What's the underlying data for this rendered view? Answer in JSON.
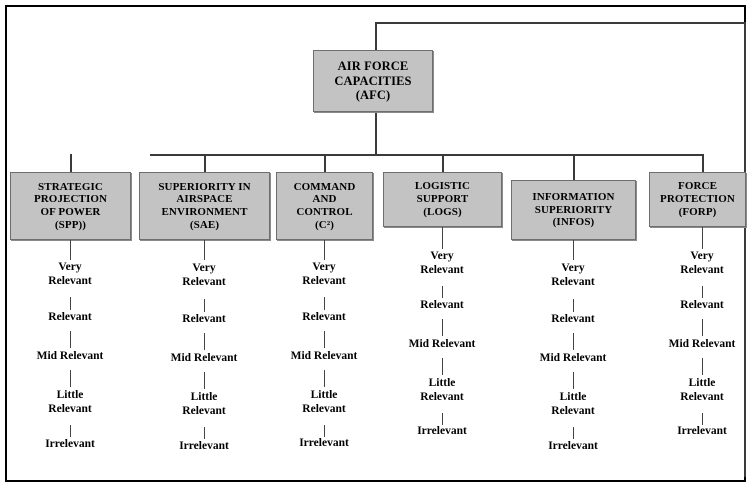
{
  "diagram": {
    "title": "Air Force Capacities hierarchy",
    "type": "tree",
    "box_fill": "#c3c3c3",
    "box_border": "#6e6e6e",
    "line_color": "#3a3a3a",
    "frame_color": "#000000",
    "root": {
      "id": "afc",
      "lines": [
        "AIR FORCE",
        "CAPACITIES",
        "(AFC)"
      ],
      "label": "AIR FORCE CAPACITIES (AFC)",
      "abbr": "AFC"
    },
    "categories": [
      {
        "id": "spp",
        "lines": [
          "STRATEGIC",
          "PROJECTION",
          "OF POWER",
          "(SPP))"
        ],
        "label": "STRATEGIC PROJECTION OF POWER",
        "abbr": "(SPP))"
      },
      {
        "id": "sae",
        "lines": [
          "SUPERIORITY IN",
          "AIRSPACE",
          "ENVIRONMENT",
          "(SAE)"
        ],
        "label": "SUPERIORITY IN AIRSPACE ENVIRONMENT",
        "abbr": "(SAE)"
      },
      {
        "id": "c2",
        "lines": [
          "COMMAND",
          "AND",
          "CONTROL",
          "(C²)"
        ],
        "label": "COMMAND AND CONTROL",
        "abbr": "(C²)"
      },
      {
        "id": "logs",
        "lines": [
          "LOGISTIC",
          "SUPPORT",
          "(LOGS)"
        ],
        "label": "LOGISTIC SUPPORT",
        "abbr": "(LOGS)"
      },
      {
        "id": "infos",
        "lines": [
          "INFORMATION",
          "SUPERIORITY",
          "(INFOS)"
        ],
        "label": "INFORMATION SUPERIORITY",
        "abbr": "(INFOS)"
      },
      {
        "id": "forp",
        "lines": [
          "FORCE",
          "PROTECTION",
          "(FORP)"
        ],
        "label": "FORCE PROTECTION",
        "abbr": "(FORP)"
      }
    ],
    "relevance_levels": [
      {
        "id": "very-relevant",
        "lines": [
          "Very",
          "Relevant"
        ],
        "label": "Very Relevant"
      },
      {
        "id": "relevant",
        "lines": [
          "Relevant"
        ],
        "label": "Relevant"
      },
      {
        "id": "mid-relevant",
        "lines": [
          "Mid Relevant"
        ],
        "label": "Mid Relevant"
      },
      {
        "id": "little-relevant",
        "lines": [
          "Little",
          "Relevant"
        ],
        "label": "Little Relevant"
      },
      {
        "id": "irrelevant",
        "lines": [
          "Irrelevant"
        ],
        "label": "Irrelevant"
      }
    ]
  }
}
